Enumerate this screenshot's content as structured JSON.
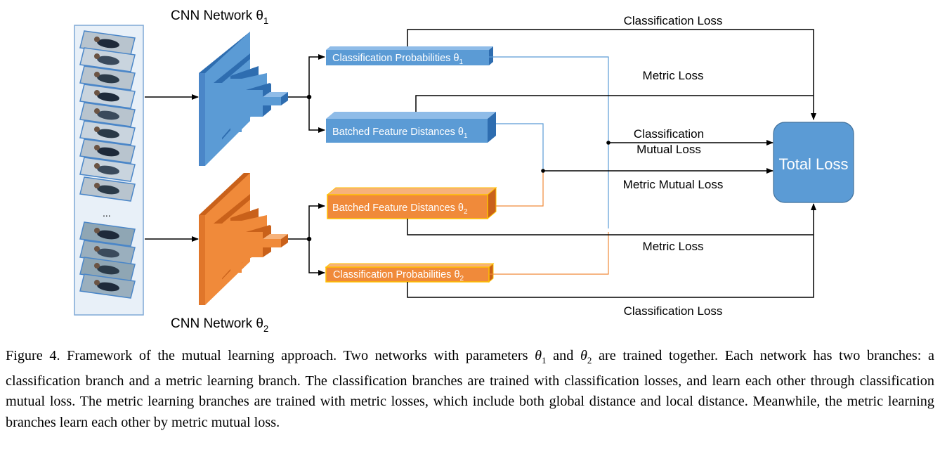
{
  "diagram": {
    "network1_label": {
      "text": "CNN Network θ",
      "sub": "1"
    },
    "network2_label": {
      "text": "CNN Network θ",
      "sub": "2"
    },
    "ellipsis": "...",
    "boxes": {
      "class_prob_1": {
        "text": "Classification Probabilities θ",
        "sub": "1"
      },
      "batched_dist_1": {
        "text": "Batched Feature Distances θ",
        "sub": "1"
      },
      "batched_dist_2": {
        "text": "Batched Feature Distances θ",
        "sub": "2"
      },
      "class_prob_2": {
        "text": "Classification Probabilities θ",
        "sub": "2"
      }
    },
    "loss_labels": {
      "classification_loss_top": "Classification Loss",
      "metric_loss_top": "Metric Loss",
      "classification_mutual_1": "Classification",
      "classification_mutual_2": "Mutual Loss",
      "metric_mutual": "Metric Mutual Loss",
      "metric_loss_bottom": "Metric Loss",
      "classification_loss_bottom": "Classification Loss"
    },
    "total_loss": "Total Loss",
    "colors": {
      "blue": "#5B9BD5",
      "blue_dark": "#2E6DB0",
      "blue_light": "#8FBCE8",
      "orange": "#F08A3A",
      "orange_dark": "#C9611A",
      "orange_light": "#F7B27A",
      "orange_border": "#FFC000",
      "total_loss": "#5B9BD5"
    }
  },
  "caption": {
    "p1": "Figure 4. Framework of the mutual learning approach. Two networks with parameters ",
    "theta1": "θ",
    "theta1_sub": "1",
    "p2": " and ",
    "theta2": "θ",
    "theta2_sub": "2",
    "p3": " are trained together. Each network has two branches: a classification branch and a metric learning branch. The classification branches are trained with classification losses, and learn each other through classification mutual loss. The metric learning branches are trained with metric losses, which include both global distance and local distance. Meanwhile, the metric learning branches learn each other by metric mutual loss."
  }
}
